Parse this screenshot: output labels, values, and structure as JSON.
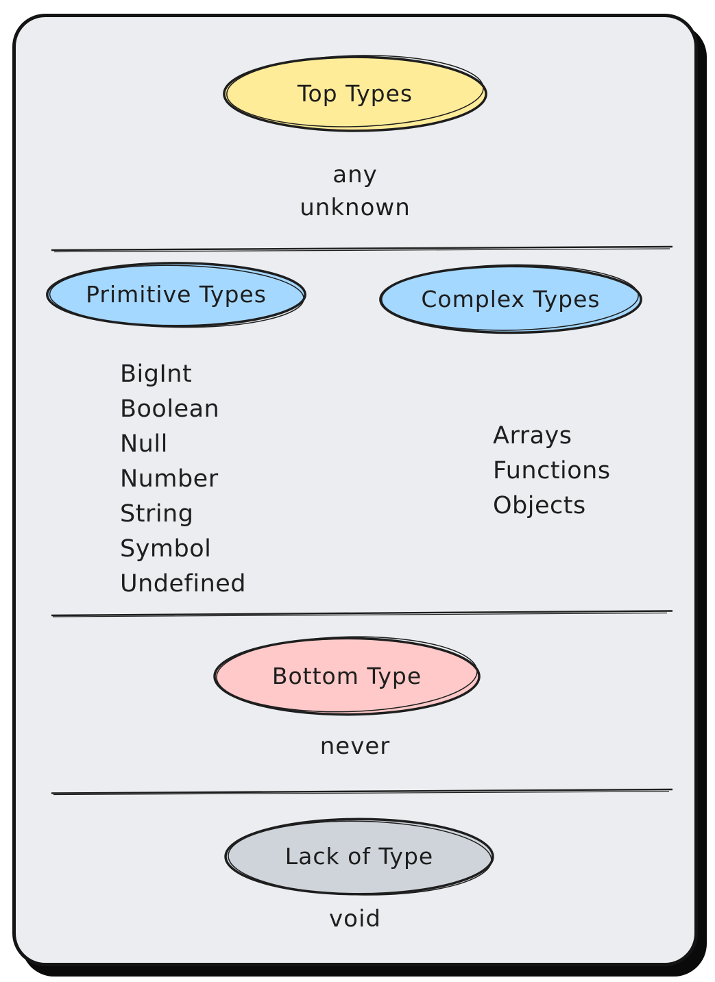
{
  "diagram": {
    "card_background": "#ebedf0",
    "stroke_color": "#1e1e1e",
    "shadow_color": "#0a0a0a",
    "top_types": {
      "label": "Top Types",
      "fill": "#ffec99",
      "items": [
        "any",
        "unknown"
      ]
    },
    "primitive_types": {
      "label": "Primitive Types",
      "fill": "#a5d8ff",
      "items": [
        "BigInt",
        "Boolean",
        "Null",
        "Number",
        "String",
        "Symbol",
        "Undefined"
      ]
    },
    "complex_types": {
      "label": "Complex Types",
      "fill": "#a5d8ff",
      "items": [
        "Arrays",
        "Functions",
        "Objects"
      ]
    },
    "bottom_type": {
      "label": "Bottom Type",
      "fill": "#ffc9c9",
      "items": [
        "never"
      ]
    },
    "lack_of_type": {
      "label": "Lack of Type",
      "fill": "#ced4da",
      "items": [
        "void"
      ]
    }
  }
}
